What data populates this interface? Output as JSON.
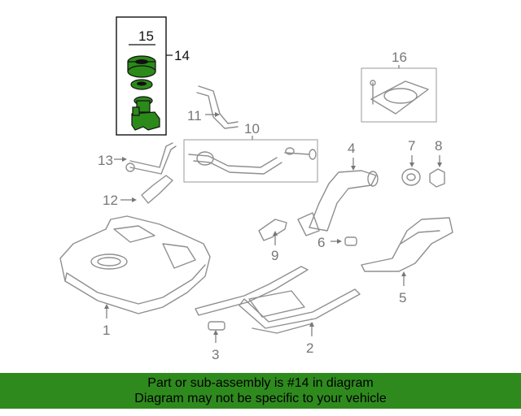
{
  "callouts": {
    "c1": "1",
    "c2": "2",
    "c3": "3",
    "c4": "4",
    "c5": "5",
    "c6": "6",
    "c7": "7",
    "c8": "8",
    "c9": "9",
    "c10": "10",
    "c11": "11",
    "c12": "12",
    "c13": "13",
    "c14": "14",
    "c15": "15",
    "c16": "16"
  },
  "highlighted_part": "14",
  "colors": {
    "highlight": "#2f8a1e",
    "line": "#8f8f8f",
    "callout_text": "#777777"
  },
  "banner": {
    "line1": "Part or sub-assembly is #14 in diagram",
    "line2": "Diagram may not be specific to your vehicle"
  }
}
